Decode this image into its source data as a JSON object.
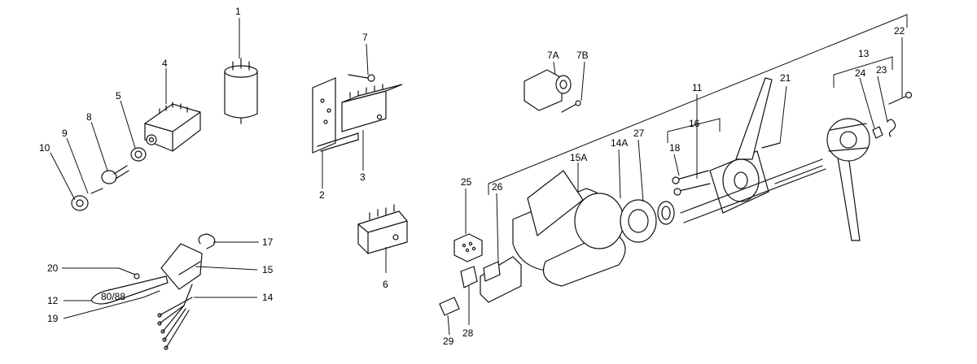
{
  "labels": {
    "l1": "1",
    "l2": "2",
    "l3": "3",
    "l4": "4",
    "l5": "5",
    "l6": "6",
    "l7": "7",
    "l7a": "7A",
    "l7b": "7B",
    "l8": "8",
    "l9": "9",
    "l10": "10",
    "l11": "11",
    "l12": "12",
    "l13": "13",
    "l14": "14",
    "l14a": "14A",
    "l15": "15",
    "l15a": "15A",
    "l16": "16",
    "l17": "17",
    "l18": "18",
    "l19": "19",
    "l20": "20",
    "l21": "21",
    "l22": "22",
    "l23": "23",
    "l24": "24",
    "l25": "25",
    "l26": "26",
    "l27": "27",
    "l28": "28",
    "l29": "29"
  },
  "lever_marking": "80/88"
}
